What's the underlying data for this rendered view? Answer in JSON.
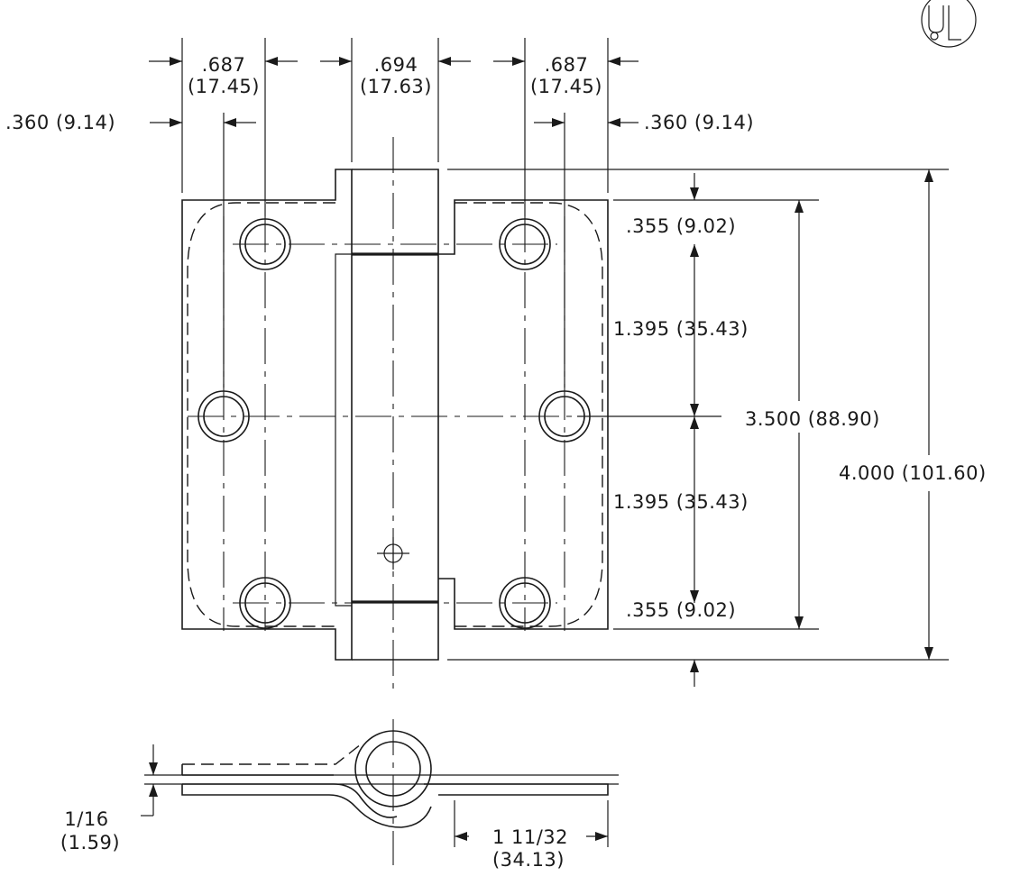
{
  "top_dims": {
    "left_width": ".687",
    "left_width_mm": "(17.45)",
    "barrel_width": ".694",
    "barrel_width_mm": "(17.63)",
    "right_width": ".687",
    "right_width_mm": "(17.45)",
    "left_offset": ".360  (9.14)",
    "right_offset": ".360  (9.14)"
  },
  "side_dims": {
    "top_margin": ".355  (9.02)",
    "upper_spacing": "1.395  (35.43)",
    "hole_span": "3.500  (88.90)",
    "overall_height": "4.000  (101.60)",
    "lower_spacing": "1.395  (35.43)",
    "bottom_margin": ".355  (9.02)"
  },
  "bottom_dims": {
    "thickness": "1/16",
    "thickness_mm": "(1.59)",
    "leaf_length": "1  11/32",
    "leaf_length_mm": "(34.13)"
  },
  "certification_mark": "UL"
}
